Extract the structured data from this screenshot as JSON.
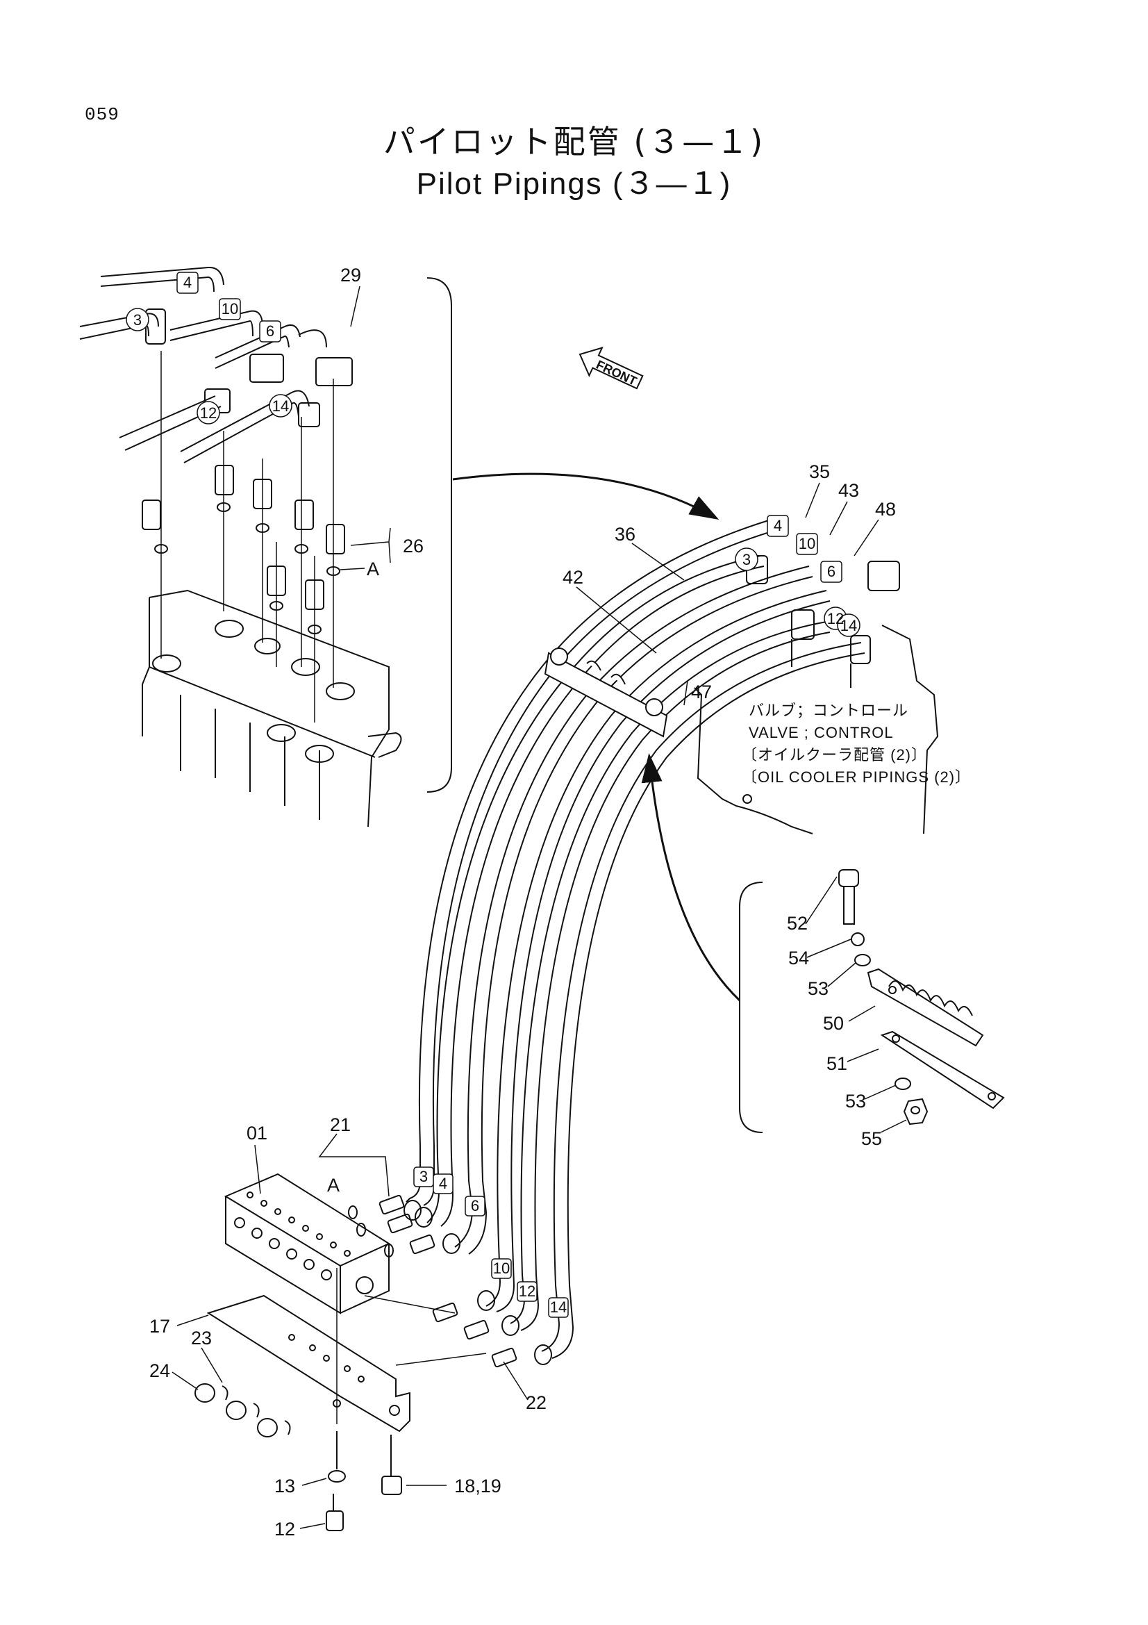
{
  "page_number": "059",
  "title_jp": "パイロット配管 (３—１)",
  "title_en": "Pilot Pipings (３—１)",
  "front_label": "FRONT",
  "callouts": {
    "c29": "29",
    "c26": "26",
    "cA1": "A",
    "c35": "35",
    "c43": "43",
    "c48": "48",
    "c36": "36",
    "c42": "42",
    "c47": "47",
    "c52": "52",
    "c54": "54",
    "c53a": "53",
    "c50": "50",
    "c51": "51",
    "c53b": "53",
    "c55": "55",
    "c01": "01",
    "c21": "21",
    "cA2": "A",
    "c17": "17",
    "c23": "23",
    "c24": "24",
    "c22": "22",
    "c13": "13",
    "c1819": "18,19",
    "c12": "12"
  },
  "hose_tags": {
    "top_left": [
      "4",
      "3",
      "10",
      "6",
      "12",
      "14"
    ],
    "top_right": [
      "4",
      "3",
      "10",
      "6",
      "12",
      "14"
    ],
    "bottom": [
      "3",
      "4",
      "6",
      "10",
      "12",
      "14"
    ]
  },
  "valve_note": {
    "line1": "バルブ；コントロール",
    "line2": "VALVE ; CONTROL",
    "line3": "〔オイルクーラ配管 (2)〕",
    "line4": "〔OIL COOLER PIPINGS (2)〕"
  }
}
